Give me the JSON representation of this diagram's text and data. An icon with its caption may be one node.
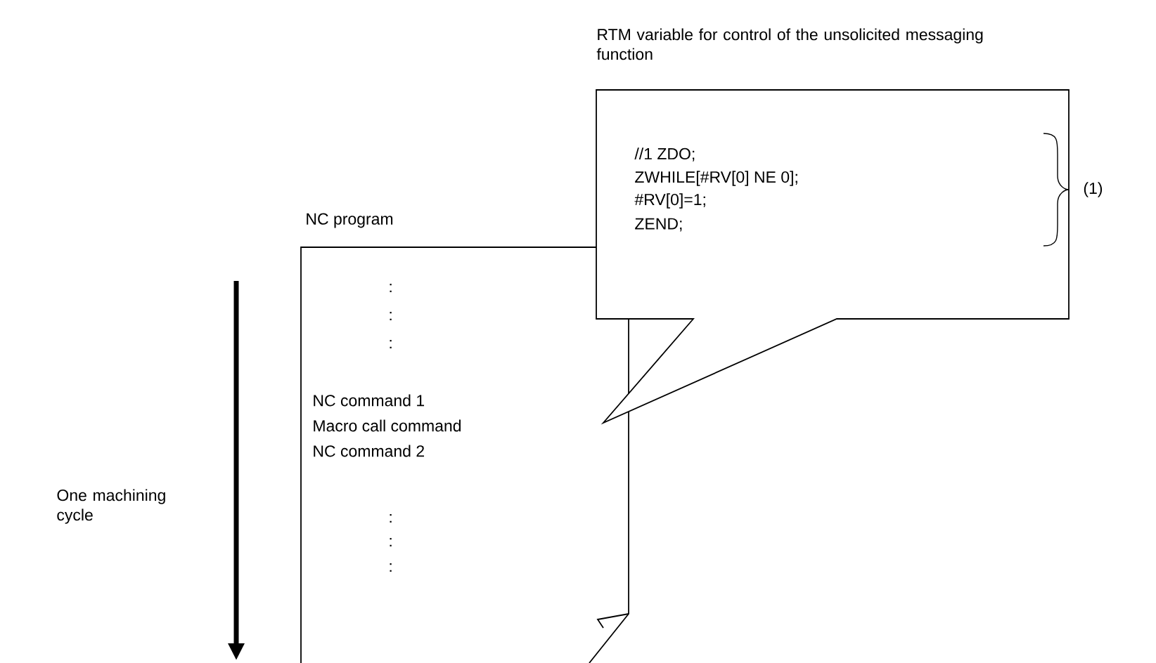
{
  "diagram": {
    "nodes": [
      {
        "text": [
          "NC program",
          ":",
          ":",
          ":",
          "NC command 1",
          "Macro call command",
          "NC command 2",
          ":",
          ":",
          ":"
        ]
      },
      {
        "text": [
          "RTM variable for control of the unsolicited messaging function",
          "//1 ZDO;",
          "ZWHILE[#RV[0] NE 0];",
          "#RV[0]=1;",
          "ZEND;",
          "(1)"
        ]
      }
    ],
    "labels": [
      "One machining cycle"
    ]
  }
}
